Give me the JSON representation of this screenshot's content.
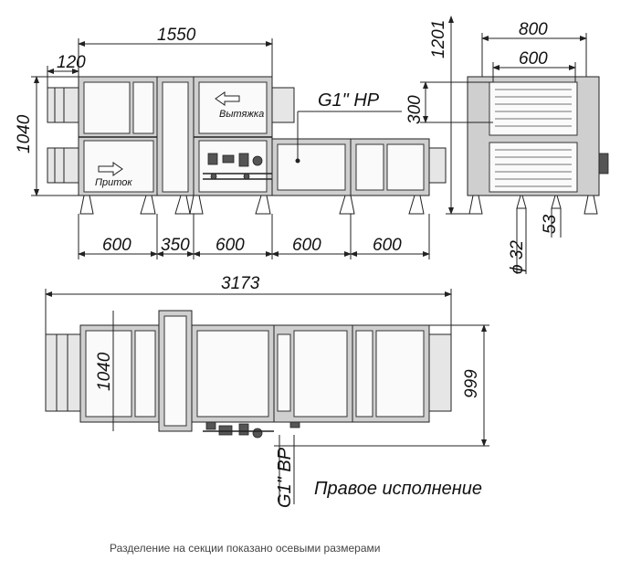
{
  "top_view": {
    "dim_total_width": "1550",
    "dim_flange": "120",
    "dim_height": "1040",
    "dim_sections": [
      "600",
      "350",
      "600",
      "600",
      "600"
    ],
    "label_exhaust": "Вытяжка",
    "label_supply": "Приток",
    "connection_label": "G1\" HP"
  },
  "side_view": {
    "dim_height": "1201",
    "dim_width": "800",
    "dim_inner_width": "600",
    "dim_300": "300",
    "dim_pipe": "ϕ 32",
    "dim_53": "53"
  },
  "bottom_view": {
    "dim_total_length": "3173",
    "dim_height": "1040",
    "dim_depth": "999",
    "connection_label": "G1\" BP",
    "caption": "Правое исполнение"
  },
  "footnote": "Разделение на секции показано осевыми размерами"
}
